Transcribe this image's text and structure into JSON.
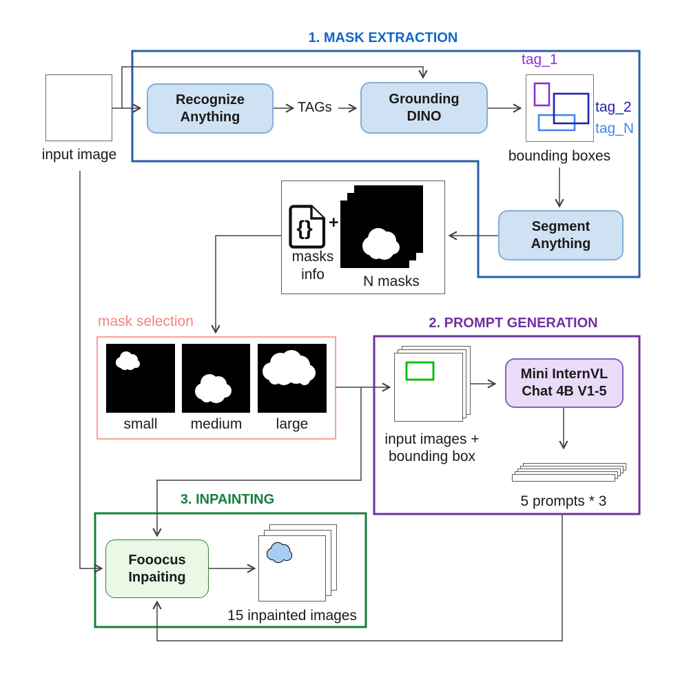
{
  "stages": {
    "mask_extraction": {
      "title": "1. MASK EXTRACTION",
      "color": "#1266cb",
      "border_color": "#2a5caa"
    },
    "prompt_generation": {
      "title": "2. PROMPT GENERATION",
      "color": "#7030a0",
      "border_color": "#7030a0"
    },
    "inpainting": {
      "title": "3. INPAINTING",
      "color": "#15803d",
      "border_color": "#15803d"
    }
  },
  "nodes": {
    "recognize_anything": {
      "line1": "Recognize",
      "line2": "Anything",
      "fill": "#cfe2f3"
    },
    "grounding_dino": {
      "line1": "Grounding",
      "line2": "DINO",
      "fill": "#cfe2f3"
    },
    "segment_anything": {
      "line1": "Segment",
      "line2": "Anything",
      "fill": "#cfe2f3"
    },
    "mini_internvl": {
      "line1": "Mini InternVL",
      "line2": "Chat 4B V1-5",
      "fill": "#eadcf8"
    },
    "fooocus": {
      "line1": "Fooocus",
      "line2": "Inpaiting",
      "fill": "#eaf8e6"
    }
  },
  "labels": {
    "input_image": "input image",
    "tags": "TAGs",
    "tag_1": "tag_1",
    "tag_2": "tag_2",
    "tag_n": "tag_N",
    "bounding_boxes": "bounding boxes",
    "masks_info_line1": "masks",
    "masks_info_line2": "info",
    "plus": "+",
    "json_braces": "{}",
    "n_masks": "N masks",
    "mask_selection": "mask selection",
    "small": "small",
    "medium": "medium",
    "large": "large",
    "input_images_line1": "input images +",
    "input_images_line2": "bounding box",
    "five_prompts": "5 prompts * 3",
    "inpainted_images": "15 inpainted images"
  },
  "colors": {
    "tag_1": "#8b2fd6",
    "tag_2": "#1f1fae",
    "tag_n": "#4186ee",
    "mask_selection": "#f4837d",
    "mask_selection_border": "#f9a09a",
    "green_rect": "#00b800",
    "blue_cloud": "#a9cdf2",
    "connector": "#404040"
  }
}
